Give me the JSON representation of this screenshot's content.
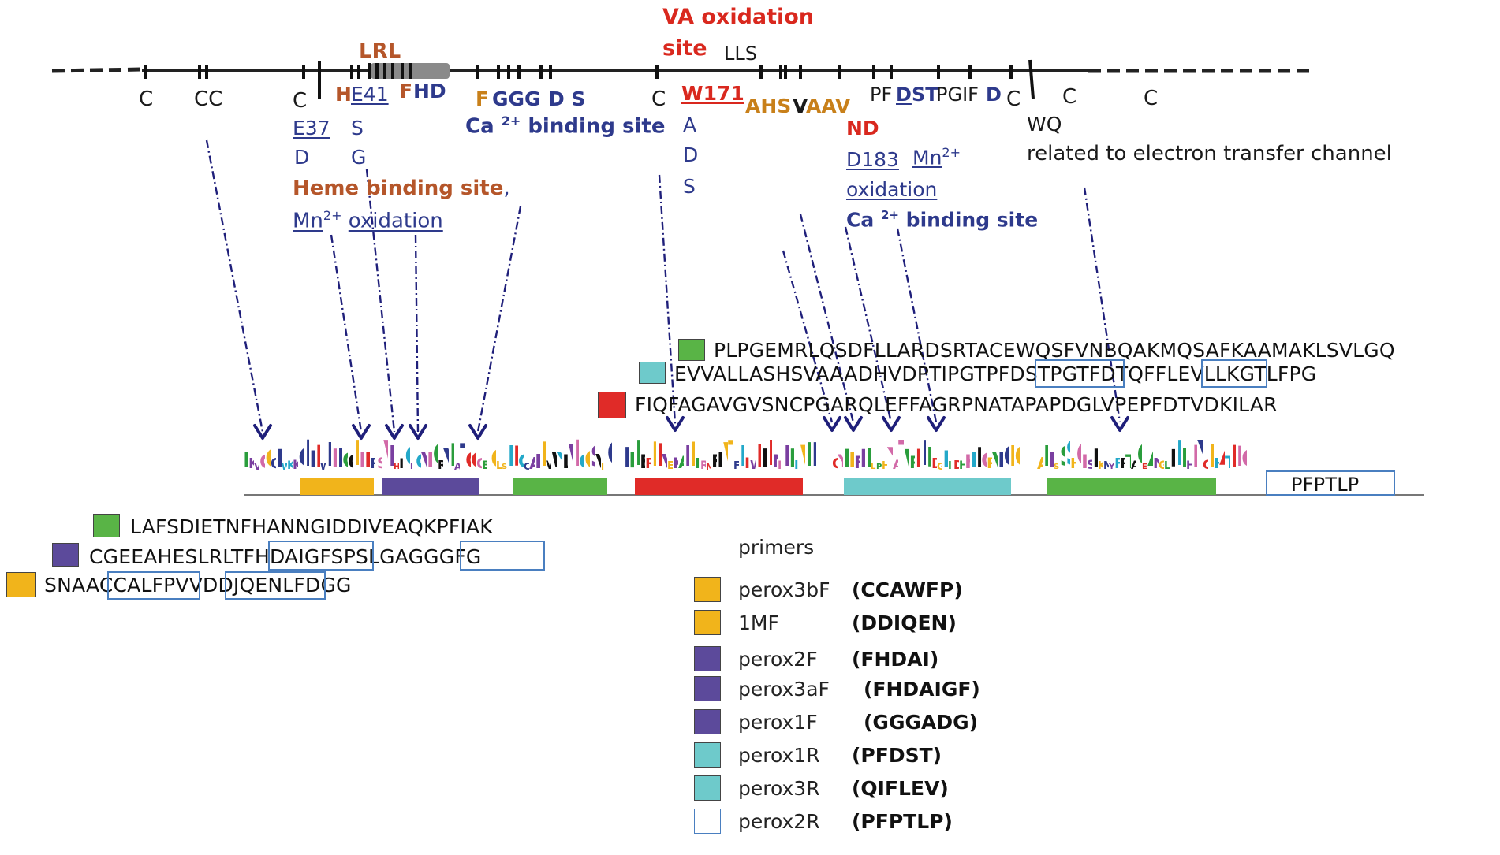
{
  "gene_map": {
    "above": {
      "lrl": "LRL",
      "va_oxidation_line1": "VA oxidation",
      "va_oxidation_line2": "site",
      "lls": "LLS"
    },
    "below": {
      "c1": "C",
      "cc": "CC",
      "c2": "C",
      "he41_h": "H",
      "he41_e41": "E41",
      "fhd_f": "F",
      "fhd_hd": "HD",
      "e37": "E37",
      "d1": "D",
      "s1": "S",
      "g1": "G",
      "fgggds_f": "F",
      "fgggds_ggg": "GGG",
      "fgggds_ds": "D S",
      "ca_site_1": "Ca",
      "ca_sup_1": "2+",
      "ca_site_1_rest": "binding site",
      "c3": "C",
      "w171": "W171",
      "a1": "A",
      "d2": "D",
      "s2": "S",
      "ahs": "AHS",
      "v": "V",
      "aav": "AAV",
      "nd": "ND",
      "pfdst_pf": "PF",
      "pfdst_d": "D",
      "pfdst_st": "ST",
      "pgifd_pgif": "PGIF",
      "pgifd_d": "D",
      "c4": "C",
      "wq": "WQ",
      "c5": "C",
      "c6": "C",
      "electron": "related to electron transfer channel",
      "heme_site": "Heme binding site",
      "heme_comma": ",",
      "mn_1": "Mn",
      "mn_sup_1": "2+",
      "oxidation_1": "oxidation",
      "d183": "D183",
      "mn_2": "Mn",
      "mn_sup_2": "2+",
      "oxidation_2": "oxidation",
      "ca_site_2": "Ca",
      "ca_sup_2": "2+",
      "ca_site_2_rest": "binding site"
    }
  },
  "sequences_right": {
    "green": "PLPGEMRLQSDFLLARDSRTACEWQSFVNBQAKMQSAFKAAMAKLSVLGQ",
    "cyan": "EVVALLASHSVAAADHVDPTIPGTPFDSTPGTFDTQFFLEVLLKGTLFPG",
    "red": "FIQFAGAVGVSNCPGARQLEFFAGRPNATAPAPDGLVPEPFDTVDKILAR"
  },
  "sequences_left": {
    "green": "LAFSDIETNFHANNGIDDIVEAQKPFIAK",
    "purple": "CGEEAHESLRLTFHDAIGFSPSLGAGGGFG",
    "yellow": "SNAACCALFPVVDDJQENLFDGG"
  },
  "pfptlp_box": "PFPTLP",
  "primers": {
    "title": "primers",
    "items": [
      {
        "name": "perox3bF",
        "motif": "(CCAWFP)",
        "color": "#f1b41b"
      },
      {
        "name": "1MF",
        "motif": "(DDIQEN)",
        "color": "#f1b41b"
      },
      {
        "name": "perox2F",
        "motif": "(FHDAI)",
        "color": "#5c4a9b"
      },
      {
        "name": "perox3aF",
        "motif": "(FHDAIGF)",
        "color": "#5c4a9b"
      },
      {
        "name": "perox1F",
        "motif": "(GGGADG)",
        "color": "#5c4a9b"
      },
      {
        "name": "perox1R",
        "motif": "(PFDST)",
        "color": "#6ecacb"
      },
      {
        "name": "perox3R",
        "motif": "(QIFLEV)",
        "color": "#6ecacb"
      },
      {
        "name": "perox2R",
        "motif": "(PFPTLP)",
        "color": "#ffffff"
      }
    ]
  },
  "colors": {
    "yellow": "#f1b41b",
    "purple": "#5c4a9b",
    "green": "#59b446",
    "red": "#e02b28",
    "cyan": "#6ecacb",
    "arrow": "#1f1f7a"
  }
}
